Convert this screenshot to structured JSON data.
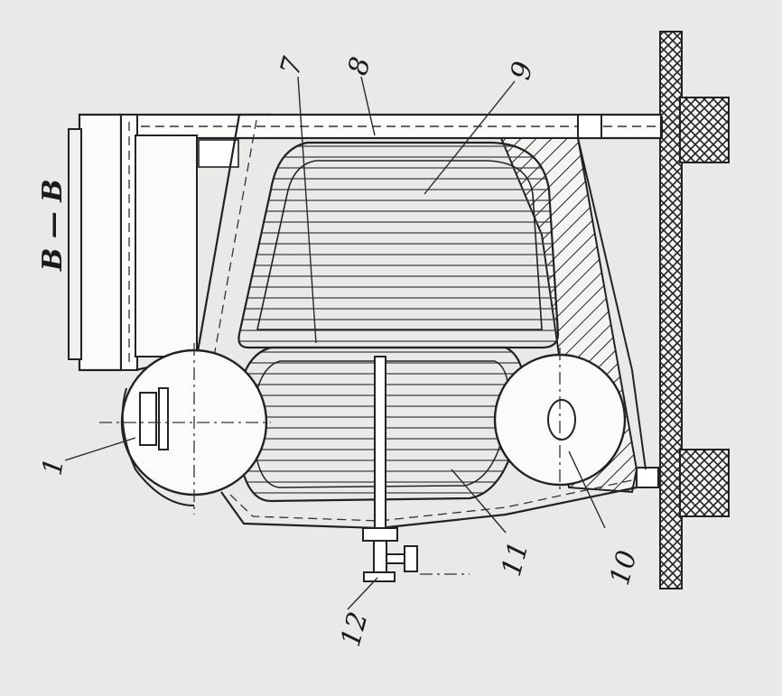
{
  "section_title": "B — B",
  "callouts": [
    {
      "id": "1",
      "text": "1"
    },
    {
      "id": "7",
      "text": "7"
    },
    {
      "id": "8",
      "text": "8"
    },
    {
      "id": "9",
      "text": "9"
    },
    {
      "id": "10",
      "text": "10"
    },
    {
      "id": "11",
      "text": "11"
    },
    {
      "id": "12",
      "text": "12"
    }
  ],
  "colors": {
    "background": "#e9e9e7",
    "ink": "#2a2a2a",
    "hatch_fill": "#f4f4f2"
  }
}
